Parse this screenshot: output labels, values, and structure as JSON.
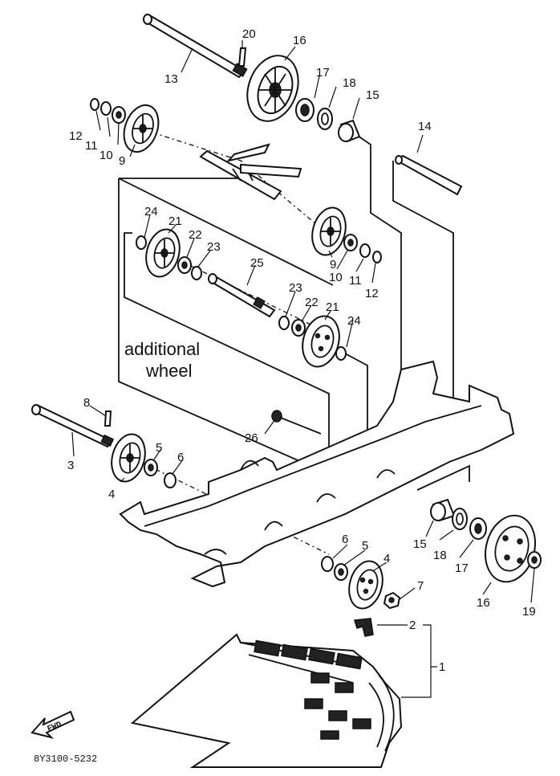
{
  "diagram": {
    "annotation": {
      "line1": "additional",
      "line2": "wheel"
    },
    "catalog_code": "8Y3100-5232",
    "fwd_label": "FWD",
    "callouts": {
      "c20": "20",
      "c16a": "16",
      "c13": "13",
      "c17a": "17",
      "c18a": "18",
      "c15a": "15",
      "c12a": "12",
      "c11a": "11",
      "c10a": "10",
      "c9a": "9",
      "c14": "14",
      "c24a": "24",
      "c21a": "21",
      "c22a": "22",
      "c23a": "23",
      "c9b": "9",
      "c10b": "10",
      "c11b": "11",
      "c12b": "12",
      "c25": "25",
      "c23b": "23",
      "c22b": "22",
      "c21b": "21",
      "c24b": "24",
      "c8": "8",
      "c3": "3",
      "c5a": "5",
      "c6a": "6",
      "c4a": "4",
      "c26": "26",
      "c15b": "15",
      "c18b": "18",
      "c17b": "17",
      "c16b": "16",
      "c19": "19",
      "c6b": "6",
      "c5b": "5",
      "c4b": "4",
      "c7": "7",
      "c2": "2",
      "c1": "1"
    }
  }
}
